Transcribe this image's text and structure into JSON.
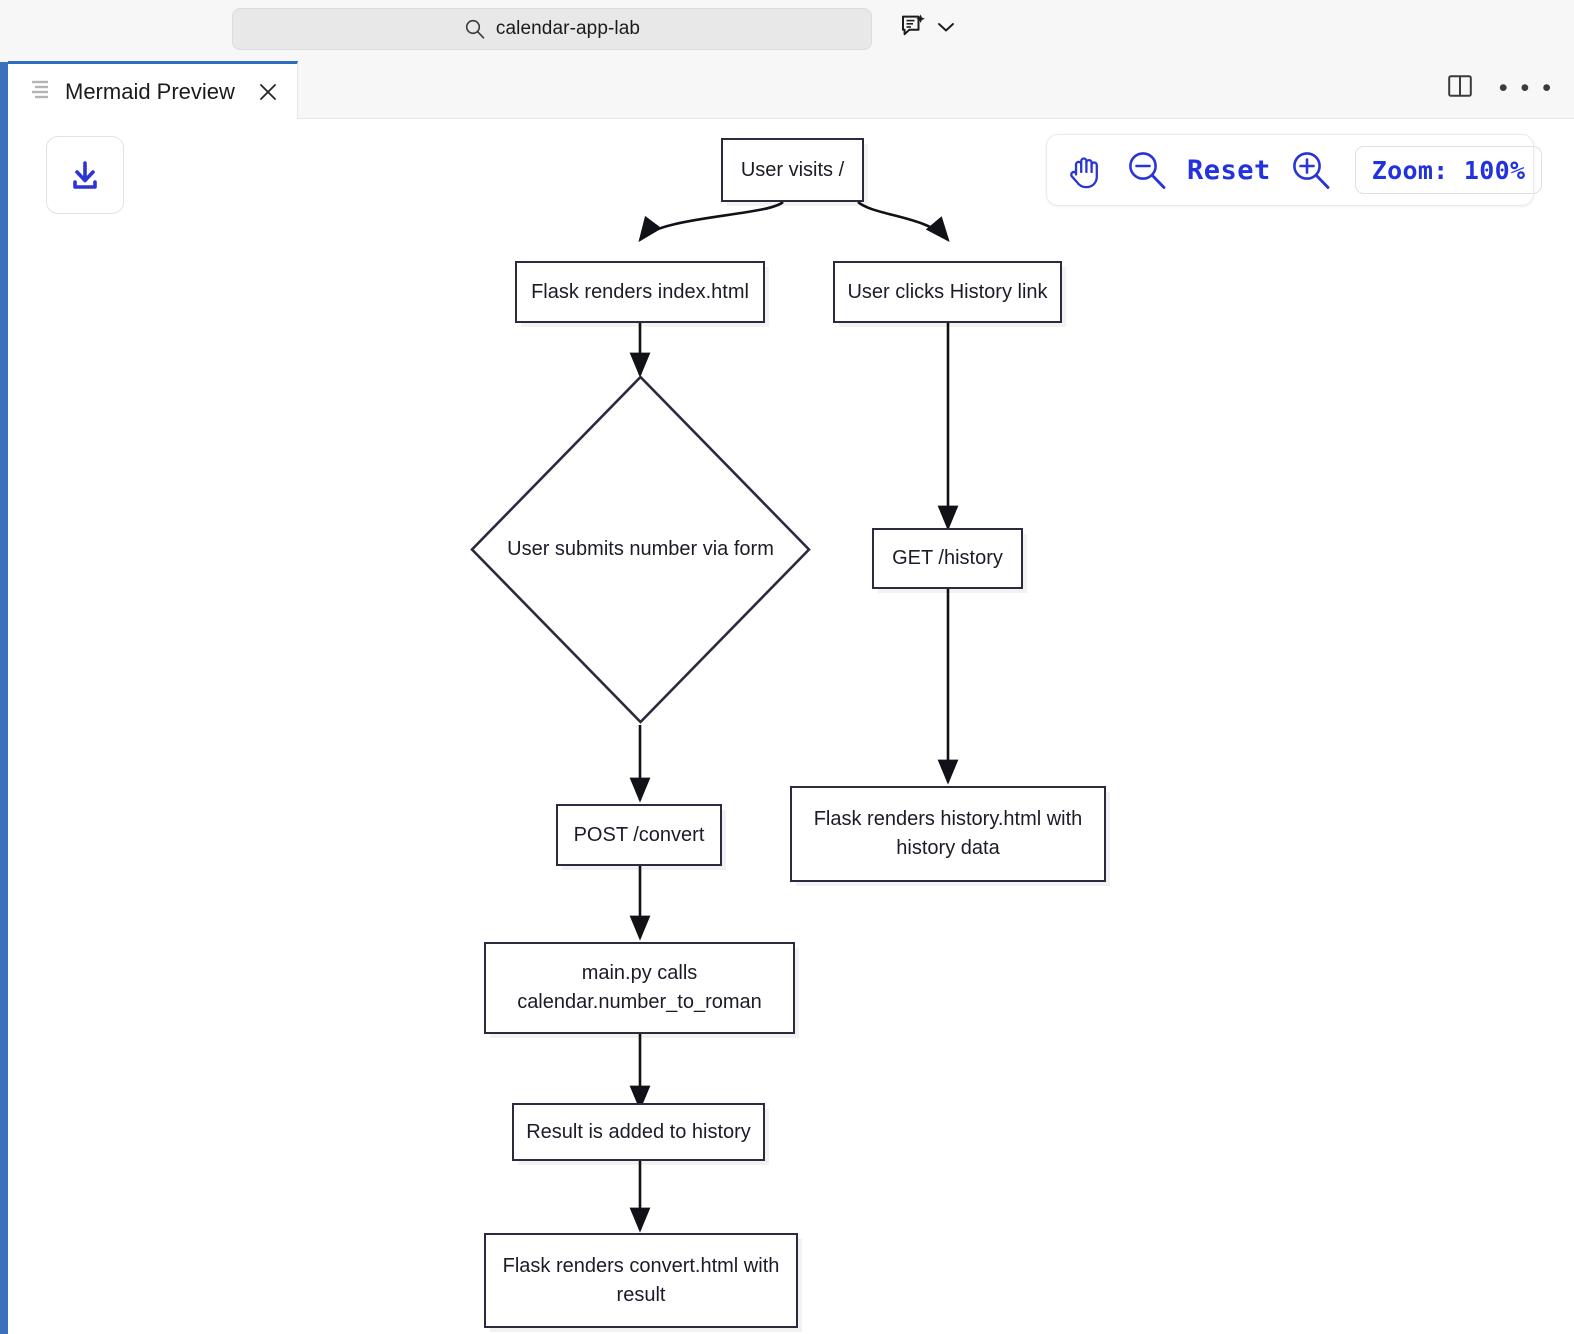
{
  "window": {
    "search": {
      "value": "calendar-app-lab",
      "icon": "search-icon"
    },
    "copilot": {
      "icon": "copilot-chat-icon",
      "chevron": "chevron-down-icon"
    }
  },
  "tabbar": {
    "tab": {
      "icon": "preview-list-icon",
      "label": "Mermaid Preview",
      "close": "close-icon"
    },
    "actions": {
      "split_editor": "split-editor-icon",
      "more": "more-actions-icon",
      "more_glyph": "• • •"
    }
  },
  "toolbar": {
    "download_icon": "download-icon",
    "pan_icon": "hand-pan-icon",
    "zoom_out_icon": "zoom-out-icon",
    "reset_label": "Reset",
    "zoom_in_icon": "zoom-in-icon",
    "zoom_level_label": "Zoom: 100%"
  },
  "colors": {
    "accent_blue": "#2233dd",
    "rail_blue": "#3a70be",
    "tab_active_border": "#2f6cc0",
    "node_stroke": "#2b2b40",
    "node_fill": "#ffffff",
    "text": "#1c1c28"
  },
  "diagram": {
    "type": "flowchart",
    "direction": "TD",
    "nodes": [
      {
        "id": "start",
        "shape": "rect",
        "label": "User visits /"
      },
      {
        "id": "index",
        "shape": "rect",
        "label": "Flask renders index.html"
      },
      {
        "id": "historylink",
        "shape": "rect",
        "label": "User clicks History link"
      },
      {
        "id": "submit",
        "shape": "diamond",
        "label": "User submits number via form"
      },
      {
        "id": "gethistory",
        "shape": "rect",
        "label": "GET /history"
      },
      {
        "id": "postconvert",
        "shape": "rect",
        "label": "POST /convert"
      },
      {
        "id": "historyhtml",
        "shape": "rect",
        "label": "Flask renders history.html with history data"
      },
      {
        "id": "mainpy",
        "shape": "rect",
        "label": "main.py calls calendar.number_to_roman"
      },
      {
        "id": "addhistory",
        "shape": "rect",
        "label": "Result is added to history"
      },
      {
        "id": "converthtml",
        "shape": "rect",
        "label": "Flask renders convert.html with result"
      }
    ],
    "node_labels": {
      "start": "User visits /",
      "index": "Flask renders index.html",
      "historylink": "User clicks History link",
      "submit": "User submits number via form",
      "gethistory": "GET /history",
      "postconvert": "POST /convert",
      "historyhtml_line1": "Flask renders history.html with",
      "historyhtml_line2": "history data",
      "mainpy_line1": "main.py calls",
      "mainpy_line2": "calendar.number_to_roman",
      "addhistory": "Result is added to history",
      "converthtml_line1": "Flask renders convert.html with",
      "converthtml_line2": "result"
    },
    "edges": [
      {
        "from": "start",
        "to": "index"
      },
      {
        "from": "start",
        "to": "historylink"
      },
      {
        "from": "index",
        "to": "submit"
      },
      {
        "from": "historylink",
        "to": "gethistory"
      },
      {
        "from": "submit",
        "to": "postconvert"
      },
      {
        "from": "gethistory",
        "to": "historyhtml"
      },
      {
        "from": "postconvert",
        "to": "mainpy"
      },
      {
        "from": "mainpy",
        "to": "addhistory"
      },
      {
        "from": "addhistory",
        "to": "converthtml"
      }
    ]
  }
}
